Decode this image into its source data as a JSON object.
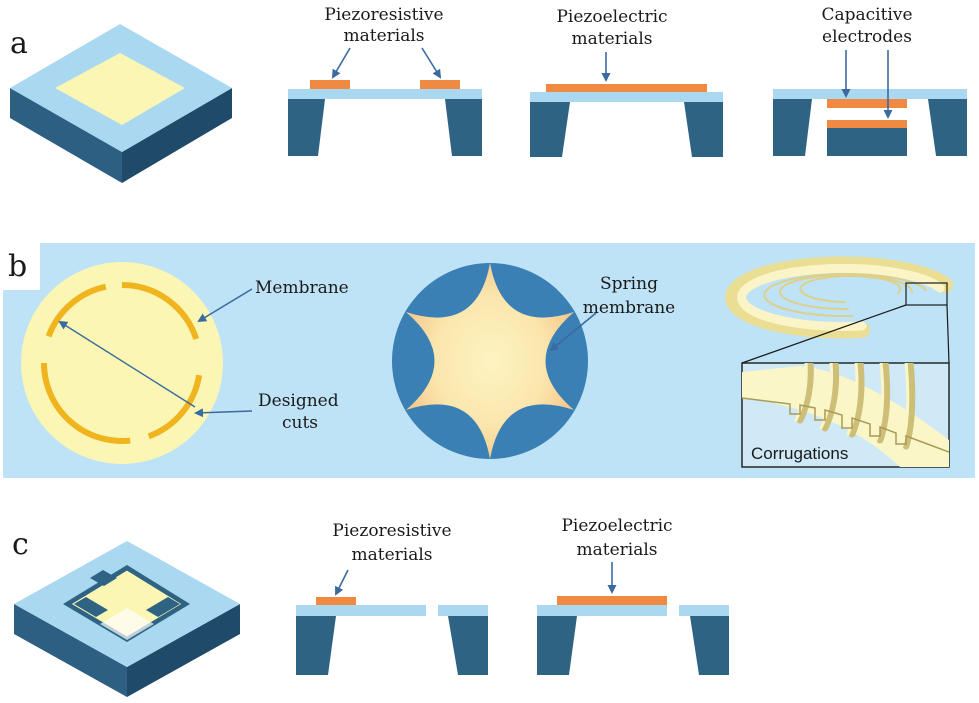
{
  "panels": {
    "a": {
      "letter": "a",
      "piezoresistive_line1": "Piezoresistive",
      "piezoresistive_line2": "materials",
      "piezoelectric_line1": "Piezoelectric",
      "piezoelectric_line2": "materials",
      "capacitive_line1": "Capacitive",
      "capacitive_line2": "electrodes"
    },
    "b": {
      "letter": "b",
      "membrane": "Membrane",
      "designed_cuts_line1": "Designed",
      "designed_cuts_line2": "cuts",
      "spring_line1": "Spring",
      "spring_line2": "membrane",
      "corrugations": "Corrugations"
    },
    "c": {
      "letter": "c",
      "piezoresistive_line1": "Piezoresistive",
      "piezoresistive_line2": "materials",
      "piezoelectric_line1": "Piezoelectric",
      "piezoelectric_line2": "materials"
    }
  },
  "colors": {
    "substrate_light": "#a9d8f0",
    "substrate_dark": "#2e6384",
    "membrane": "#fbf6b4",
    "orange_layer": "#f08a42",
    "cut_orange": "#f0b41e",
    "arrow": "#3b6aa0",
    "panel_bg": "#bfe3f6"
  }
}
